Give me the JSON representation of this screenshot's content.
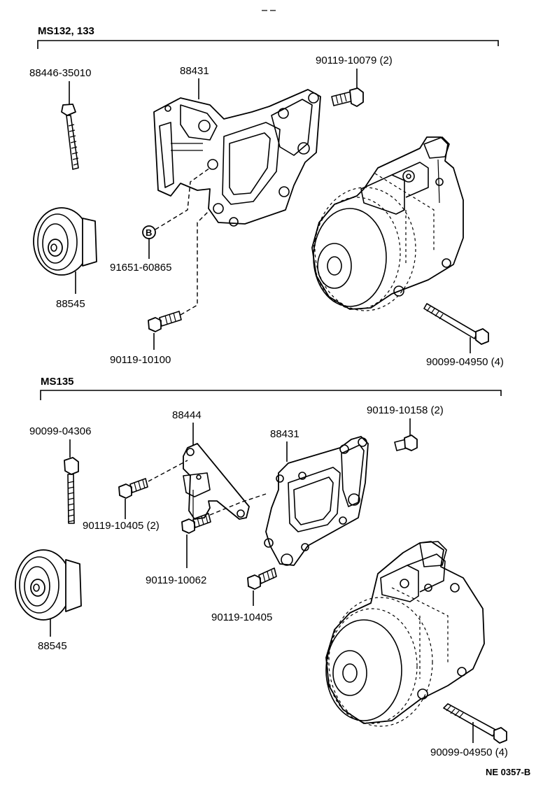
{
  "sections": [
    {
      "title": "MS132, 133",
      "labels": {
        "bolt_long": "88446-35010",
        "bracket": "88431",
        "bolt_top": "90119-10079 (2)",
        "washer": "91651-60865",
        "pulley": "88545",
        "bolt_lower": "90119-10100",
        "compressor_bolt": "90099-04950 (4)"
      }
    },
    {
      "title": "MS135",
      "labels": {
        "bolt_long": "90099-04306",
        "stay": "88444",
        "bracket": "88431",
        "bolt_top": "90119-10158 (2)",
        "bolt_stay": "90119-10405 (2)",
        "bolt_mid": "90119-10062",
        "bolt_lower": "90119-10405",
        "pulley": "88545",
        "compressor_bolt": "90099-04950 (4)"
      }
    }
  ],
  "marker": "B",
  "footer_code": "NE 0357-B"
}
